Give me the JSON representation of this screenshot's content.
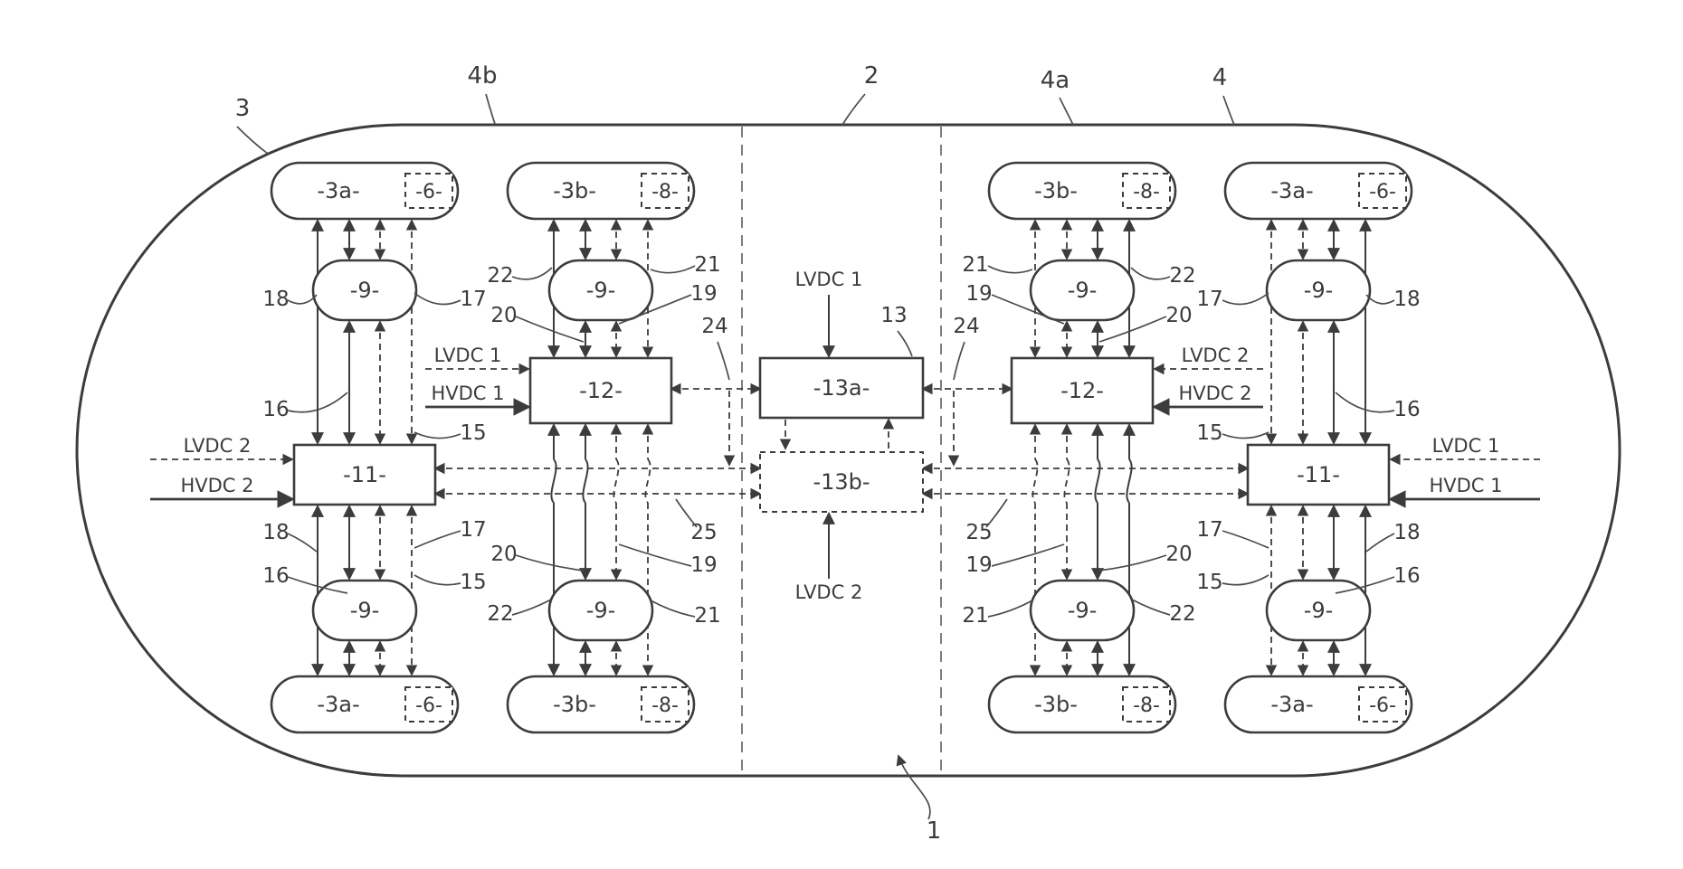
{
  "diagram": {
    "boundary": {
      "ref1": "1",
      "ref2": "2",
      "ref3": "3",
      "ref4": "4",
      "ref4a": "4a",
      "ref4b": "4b"
    },
    "units": {
      "u3a": "-3a-",
      "u3b": "-3b-",
      "u6": "-6-",
      "u8": "-8-",
      "u9": "-9-",
      "u11": "-11-",
      "u12": "-12-",
      "u13a": "-13a-",
      "u13b": "-13b-"
    },
    "bus": {
      "lvdc1": "LVDC 1",
      "lvdc2": "LVDC 2",
      "hvdc1": "HVDC 1",
      "hvdc2": "HVDC 2"
    },
    "refs": {
      "r13": "13",
      "r15": "15",
      "r16": "16",
      "r17": "17",
      "r18": "18",
      "r19": "19",
      "r20": "20",
      "r21": "21",
      "r22": "22",
      "r24": "24",
      "r25": "25"
    },
    "colors": {
      "ink": "#3c3c3c",
      "paper": "#ffffff"
    }
  }
}
